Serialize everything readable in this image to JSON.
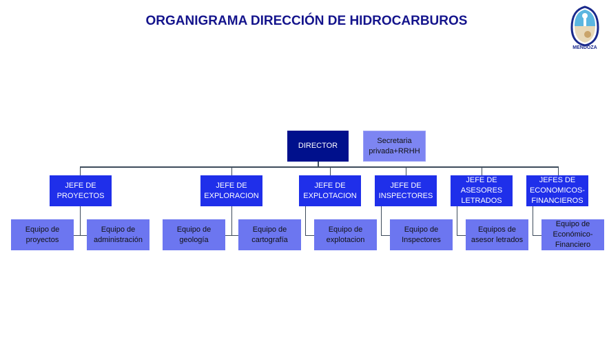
{
  "title": "ORGANIGRAMA DIRECCIÓN DE HIDROCARBUROS",
  "logo": {
    "text": "MENDOZA"
  },
  "director": "DIRECTOR",
  "secretaria": "Secretaria privada+RRHH",
  "jefes": [
    "JEFE DE PROYECTOS",
    "JEFE DE EXPLORACION",
    "JEFE DE EXPLOTACION",
    "JEFE DE INSPECTORES",
    "JEFE DE ASESORES LETRADOS",
    "JEFES DE ECONOMICOS-FINANCIEROS"
  ],
  "equipos": [
    "Equipo de proyectos",
    "Equipo de administración",
    "Equipo de geología",
    "Equipo de cartografía",
    "Equipo de explotacion",
    "Equipo de Inspectores",
    "Equipos de asesor letrados",
    "Equipo de Económico-Financiero"
  ],
  "colors": {
    "director": "#00108c",
    "jefe": "#1f2fea",
    "equipo": "#6c76f0",
    "secretaria": "#7d85f2",
    "title": "#14148c"
  }
}
